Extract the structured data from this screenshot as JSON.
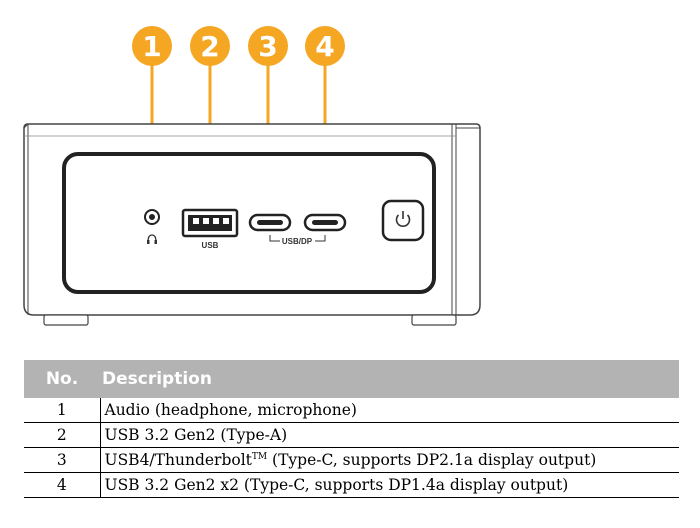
{
  "callouts": [
    {
      "number": "1",
      "accent": "#f5a623"
    },
    {
      "number": "2",
      "accent": "#f5a623"
    },
    {
      "number": "3",
      "accent": "#f5a623"
    },
    {
      "number": "4",
      "accent": "#f5a623"
    }
  ],
  "device": {
    "usb_label": "USB",
    "usb_dp_label": "USB/DP",
    "icons": [
      "headphone-icon",
      "power-icon"
    ]
  },
  "table": {
    "header_no": "No.",
    "header_desc": "Description",
    "header_bg": "#b3b3b3",
    "rows": [
      {
        "no": "1",
        "desc": "Audio (headphone, microphone)"
      },
      {
        "no": "2",
        "desc": "USB 3.2 Gen2 (Type-A)"
      },
      {
        "no": "3",
        "desc_prefix": "USB4/Thunderbolt",
        "desc_sup": "TM",
        "desc_suffix": " (Type-C, supports DP2.1a display output)"
      },
      {
        "no": "4",
        "desc": "USB 3.2 Gen2 x2 (Type-C, supports DP1.4a display output)"
      }
    ]
  }
}
